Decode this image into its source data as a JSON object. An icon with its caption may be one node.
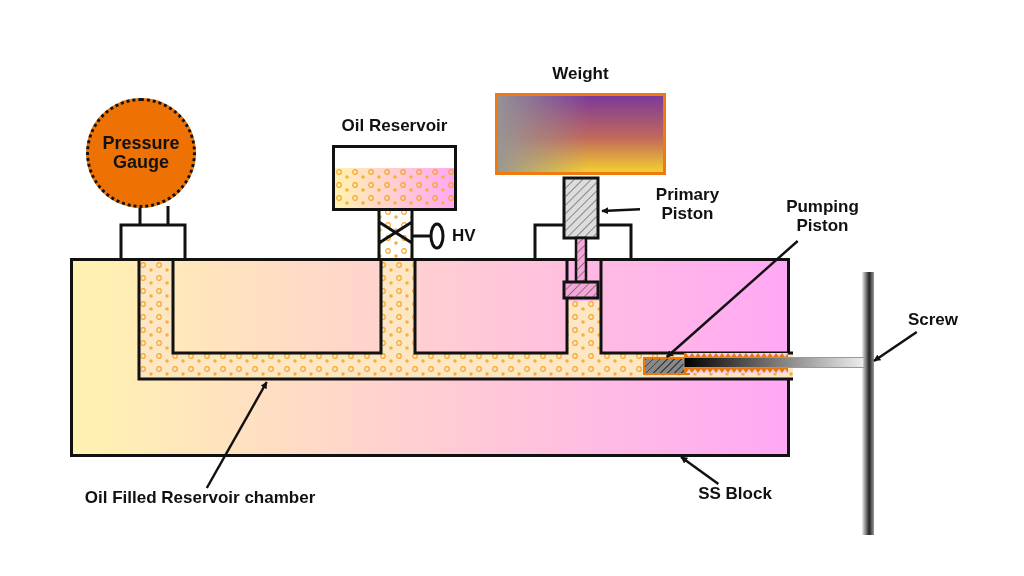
{
  "diagram": {
    "nodes": [
      {
        "text": [
          "Pressure Gauge"
        ]
      },
      {
        "text": [
          "Oil Reservoir"
        ]
      },
      {
        "text": [
          "Weight"
        ]
      },
      {
        "text": [],
        "shape": "box"
      },
      {
        "text": [],
        "shape": "bar",
        "in": 3
      },
      {
        "text": [],
        "shape": "box"
      },
      {
        "text": [],
        "shape": "box",
        "in": 4
      },
      {
        "text": [],
        "shape": "bar"
      },
      {
        "text": [
          "Primary Piston"
        ]
      },
      {
        "text": [
          "Pumping Piston"
        ]
      },
      {
        "text": [
          "Screw"
        ]
      },
      {
        "text": [
          "Oil Filled Reservoir chamber"
        ]
      },
      {
        "text": [
          "SS Block"
        ]
      }
    ],
    "edges": [
      {
        "from": 8,
        "to": 5,
        "arrow": "to"
      },
      {
        "from": 9,
        "to": 6,
        "arrow": "to"
      },
      {
        "from": 10,
        "to": 7,
        "arrow": "to"
      },
      {
        "from": 11,
        "to": 4,
        "arrow": "to"
      },
      {
        "from": 12,
        "to": 3,
        "arrow": "to"
      }
    ],
    "labels": [
      "HV"
    ]
  }
}
